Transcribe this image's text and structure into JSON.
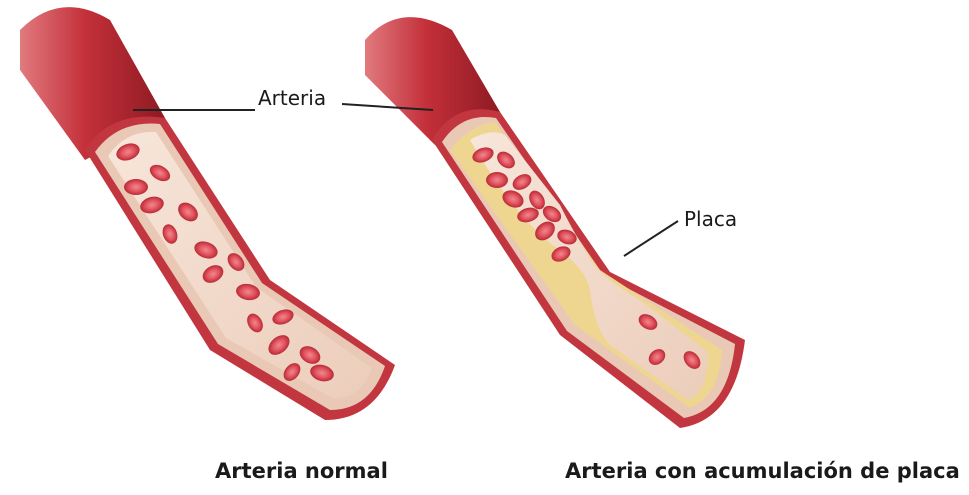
{
  "labels": {
    "artery": "Arteria",
    "plaque": "Placa"
  },
  "captions": {
    "normal": "Arteria normal",
    "plaque": "Arteria con acumulación de placa"
  },
  "colors": {
    "artery_outer": "#b3232a",
    "artery_inner_wall": "#e8c3b0",
    "lumen": "#f2dccd",
    "red_cell": "#d94a55",
    "plaque": "#efd690"
  }
}
